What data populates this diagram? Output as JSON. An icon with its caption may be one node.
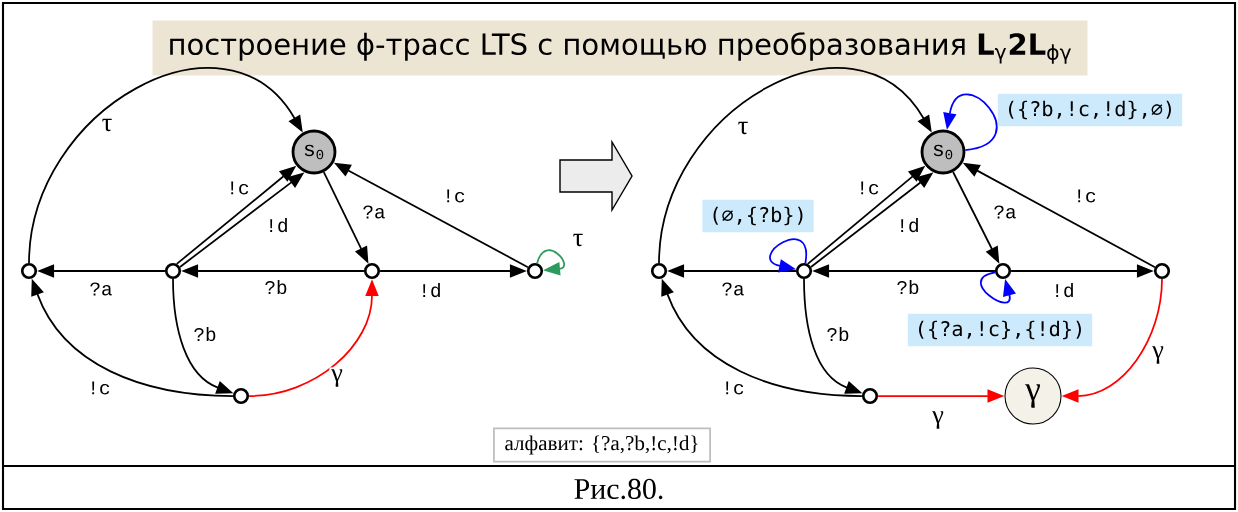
{
  "diagram": {
    "title": "построение ϕ-трасс LTS с помощью преобразования **L**$_{γ}$**2L**$_{ϕγ}$",
    "caption": "Рис.80.",
    "nodes": [
      {
        "text": [
          "s$_{0}$"
        ]
      },
      {
        "text": [],
        "shape": "circle"
      },
      {
        "text": [],
        "shape": "circle"
      },
      {
        "text": [],
        "shape": "circle"
      },
      {
        "text": [],
        "shape": "circle"
      },
      {
        "text": [],
        "shape": "circle"
      },
      {
        "text": [
          "s$_{0}$"
        ]
      },
      {
        "text": [],
        "shape": "circle"
      },
      {
        "text": [],
        "shape": "circle"
      },
      {
        "text": [],
        "shape": "circle"
      },
      {
        "text": [],
        "shape": "circle"
      },
      {
        "text": [],
        "shape": "circle"
      },
      {
        "text": [
          "γ"
        ]
      }
    ],
    "edges": [
      {
        "from": 1,
        "to": 0,
        "arrow": "to",
        "label": "τ"
      },
      {
        "from": 2,
        "to": 0,
        "arrow": "to",
        "label": "!c"
      },
      {
        "from": 2,
        "to": 0,
        "arrow": "to",
        "label": "!d"
      },
      {
        "from": 0,
        "to": 3,
        "arrow": "to",
        "label": "?a"
      },
      {
        "from": 4,
        "to": 0,
        "arrow": "to",
        "label": "!c"
      },
      {
        "from": 4,
        "to": 4,
        "arrow": "to",
        "label": "τ",
        "color": "#2e9a5e"
      },
      {
        "from": 2,
        "to": 1,
        "arrow": "to",
        "label": "?a"
      },
      {
        "from": 3,
        "to": 2,
        "arrow": "to",
        "label": "?b"
      },
      {
        "from": 3,
        "to": 4,
        "arrow": "to",
        "label": "!d"
      },
      {
        "from": 2,
        "to": 5,
        "arrow": "to",
        "label": "?b"
      },
      {
        "from": 5,
        "to": 1,
        "arrow": "to",
        "label": "!c"
      },
      {
        "from": 5,
        "to": 3,
        "arrow": "to",
        "label": "γ",
        "color": "#ff0000"
      },
      {
        "from": 7,
        "to": 6,
        "arrow": "to",
        "label": "τ"
      },
      {
        "from": 8,
        "to": 6,
        "arrow": "to",
        "label": "!c"
      },
      {
        "from": 8,
        "to": 6,
        "arrow": "to",
        "label": "!d"
      },
      {
        "from": 6,
        "to": 9,
        "arrow": "to",
        "label": "?a"
      },
      {
        "from": 10,
        "to": 6,
        "arrow": "to",
        "label": "!c"
      },
      {
        "from": 8,
        "to": 7,
        "arrow": "to",
        "label": "?a"
      },
      {
        "from": 9,
        "to": 8,
        "arrow": "to",
        "label": "?b"
      },
      {
        "from": 9,
        "to": 10,
        "arrow": "to",
        "label": "!d"
      },
      {
        "from": 8,
        "to": 11,
        "arrow": "to",
        "label": "?b"
      },
      {
        "from": 11,
        "to": 7,
        "arrow": "to",
        "label": "!c"
      },
      {
        "from": 11,
        "to": 12,
        "arrow": "to",
        "label": "γ",
        "color": "#ff0000"
      },
      {
        "from": 10,
        "to": 12,
        "arrow": "to",
        "label": "γ",
        "color": "#ff0000"
      },
      {
        "from": 6,
        "to": 6,
        "arrow": "to",
        "label": "({?b,!c,!d},∅)",
        "color": "#0000ff"
      },
      {
        "from": 8,
        "to": 8,
        "arrow": "to",
        "label": "(∅,{?b})",
        "color": "#0000ff"
      },
      {
        "from": 9,
        "to": 9,
        "arrow": "to",
        "label": "({?a,!c},{!d})",
        "color": "#0000ff"
      }
    ],
    "labels": [
      "алфавит: {?a,?b,!c,!d}"
    ]
  }
}
